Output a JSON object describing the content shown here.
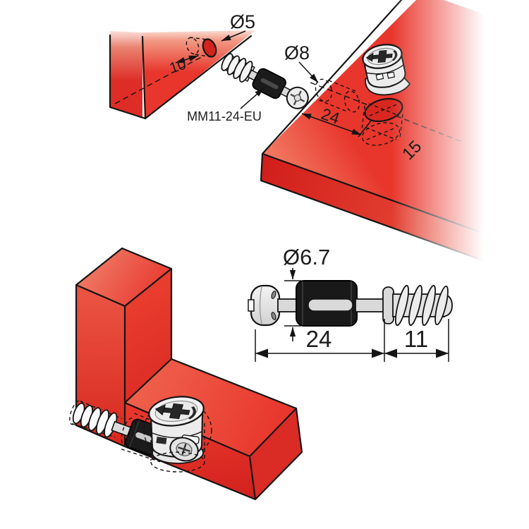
{
  "figure": {
    "background": "#ffffff",
    "palette": {
      "panel_red": "#e8362c",
      "panel_red_dark": "#d8251f",
      "hole_red": "#d2231e",
      "outline_black": "#141414",
      "metal_gray": "#ececec",
      "sleeve_black": "#1b1b1b",
      "text_color": "#1c1c1c"
    },
    "top": {
      "hole_d": "Ø5",
      "depth": "10",
      "part": "MM11-24-EU",
      "board_hole_d": "Ø8",
      "distance": "24",
      "cam_hole": "15"
    },
    "detail": {
      "sleeve_d": "Ø6.7",
      "body_len": "24",
      "thread_len": "11"
    }
  }
}
